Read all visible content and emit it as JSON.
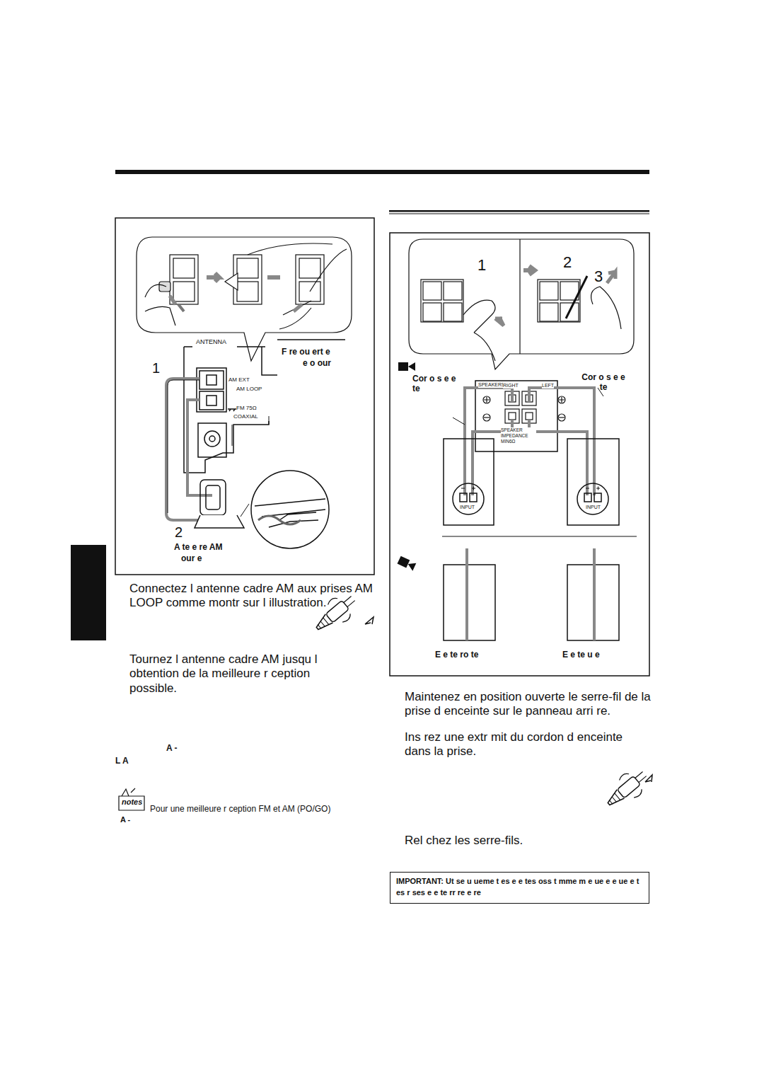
{
  "diagram": {
    "nodes": [
      {
        "text": [
          "IMPORTANT: Ut se u ueme t es e e tes oss t mme m e ue e e ue e t es r ses e e te rr re e re"
        ]
      }
    ],
    "labels": [
      "ANTENNA",
      "F re ou ert e",
      "e o our",
      "1",
      "AM EXT",
      "AM LOOP",
      "FM 75Ω",
      "COAXIAL",
      "2",
      "A te e re AM",
      "our e",
      "Connectez l antenne cadre AM aux prises AM LOOP comme montr sur l illustration.",
      "Tournez l antenne cadre AM jusqu l obtention de la meilleure r ception possible.",
      "A -",
      "L A",
      "notes",
      "Pour une meilleure r ception FM et AM (PO/GO)",
      "A -",
      "1",
      "2",
      "3",
      "Cor o s e e te",
      "SPEAKERS",
      "RIGHT",
      "LEFT",
      "SPEAKER IMPEDANCE MIN6Ω",
      "Cor o s e e te",
      "INPUT",
      "INPUT",
      "E e te ro te",
      "E e te u e",
      "Maintenez en position ouverte le serre-fil de la prise d enceinte sur le panneau arri re.",
      "Ins rez une extr mit du cordon d enceinte dans la prise.",
      "Rel chez les serre-fils."
    ]
  }
}
